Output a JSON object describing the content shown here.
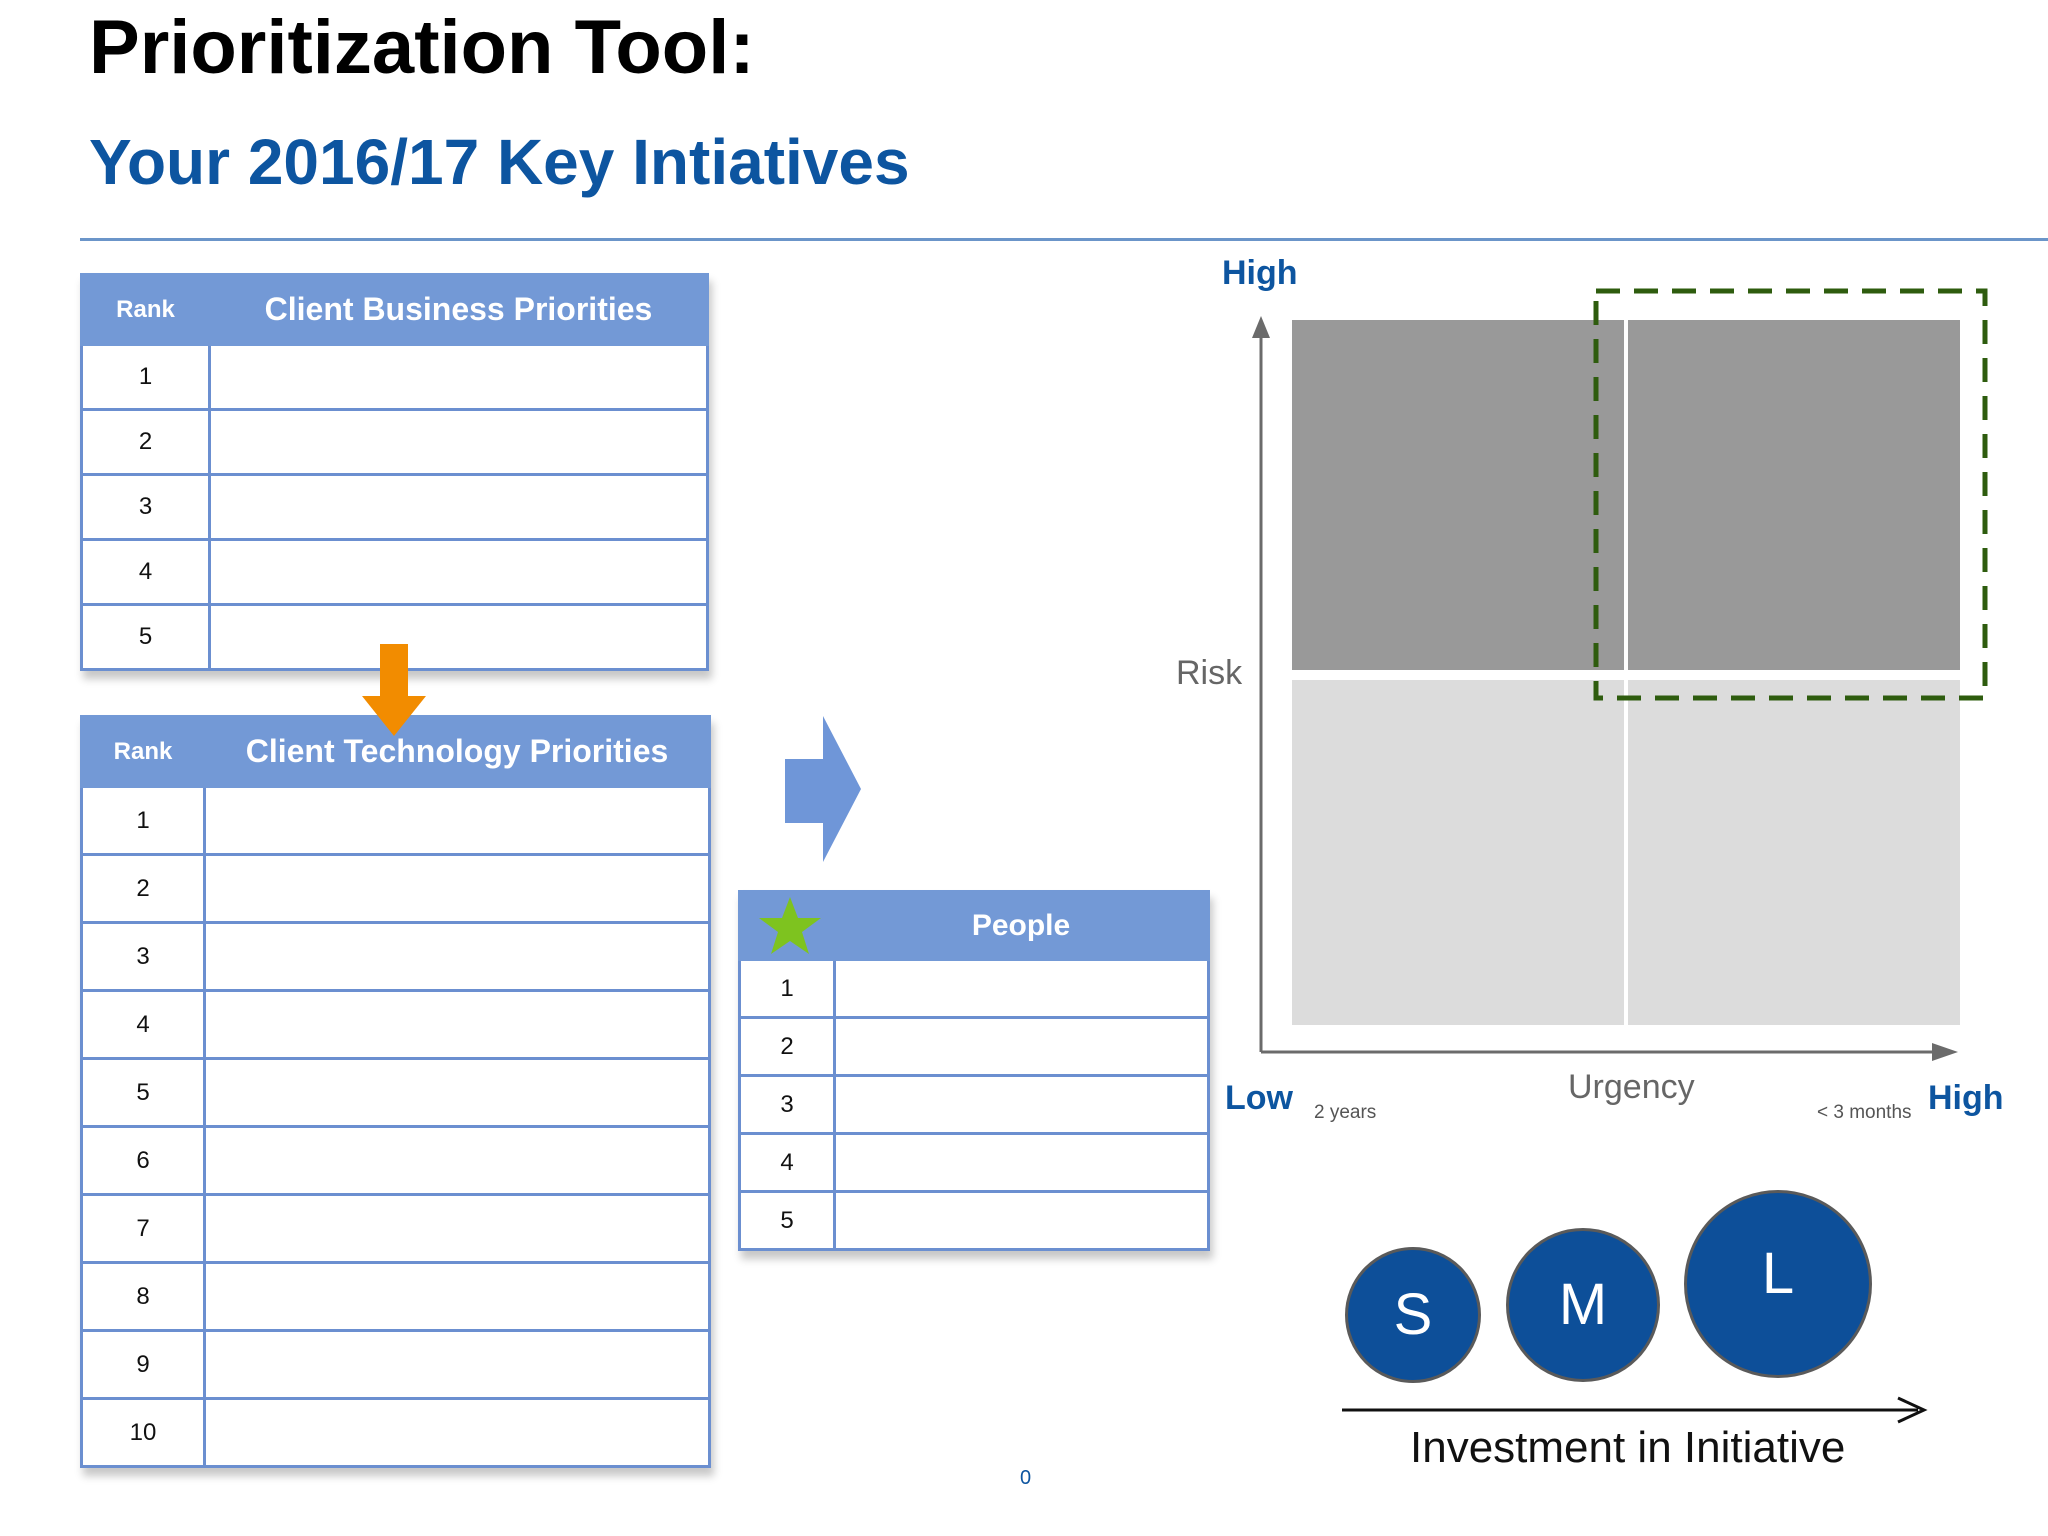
{
  "header": {
    "title": "Prioritization Tool:",
    "subtitle": "Your 2016/17 Key Intiatives"
  },
  "business_table": {
    "rank_header": "Rank",
    "title": "Client Business Priorities",
    "rows": [
      "1",
      "2",
      "3",
      "4",
      "5"
    ]
  },
  "technology_table": {
    "rank_header": "Rank",
    "title": "Client Technology Priorities",
    "rows": [
      "1",
      "2",
      "3",
      "4",
      "5",
      "6",
      "7",
      "8",
      "9",
      "10"
    ]
  },
  "people_table": {
    "title": "People",
    "rows": [
      "1",
      "2",
      "3",
      "4",
      "5"
    ]
  },
  "matrix": {
    "y_high": "High",
    "y_label": "Risk",
    "x_low": "Low",
    "x_low_note": "2 years",
    "x_label": "Urgency",
    "x_high_note": "< 3 months",
    "x_high": "High"
  },
  "investment": {
    "sizes": [
      "S",
      "M",
      "L"
    ],
    "label": "Investment in Initiative"
  },
  "page_number": "0",
  "colors": {
    "brand_blue": "#0d55a0",
    "table_header": "#7399d6",
    "arrow_orange": "#f28c00",
    "star_green": "#7ec31f",
    "dashed_green": "#2e5c0e",
    "quad_dark": "#999999",
    "quad_light": "#dcdcdc"
  }
}
